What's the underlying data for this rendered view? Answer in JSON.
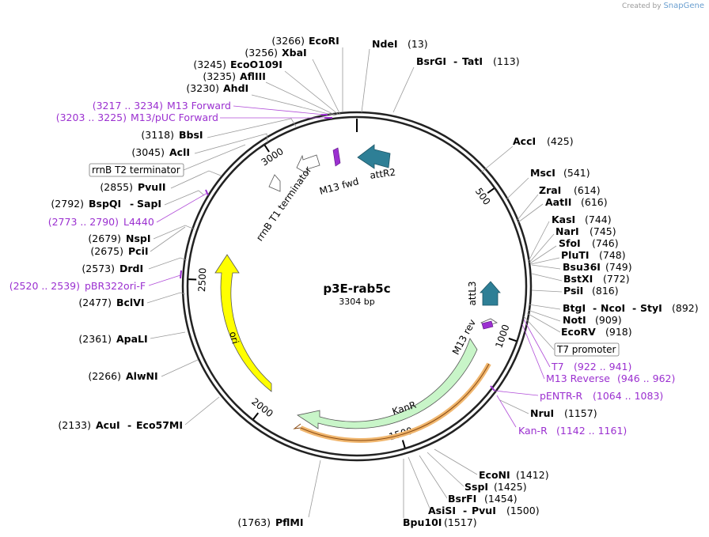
{
  "credit": {
    "prefix": "Created by",
    "brand": "SnapGene"
  },
  "plasmid": {
    "name": "p3E-rab5c",
    "size": "3304 bp",
    "length": 3304
  },
  "ticks": [
    {
      "pos": 500,
      "label": "500"
    },
    {
      "pos": 1000,
      "label": "1000"
    },
    {
      "pos": 1500,
      "label": "1500"
    },
    {
      "pos": 2000,
      "label": "2000"
    },
    {
      "pos": 2500,
      "label": "2500"
    },
    {
      "pos": 3000,
      "label": "3000"
    }
  ],
  "sites": [
    {
      "pos": "(3266)",
      "name": "EcoRI"
    },
    {
      "pos": "(3256)",
      "name": "XbaI"
    },
    {
      "pos": "(3245)",
      "name": "EcoO109I"
    },
    {
      "pos": "(3235)",
      "name": "AflIII"
    },
    {
      "pos": "(3230)",
      "name": "AhdI"
    },
    {
      "pos": "(3118)",
      "name": "BbsI"
    },
    {
      "pos": "(3045)",
      "name": "AclI"
    },
    {
      "pos": "(2855)",
      "name": "PvuII"
    },
    {
      "pos": "(2792)",
      "name": "BspQI",
      "name2": "SapI"
    },
    {
      "pos": "(2679)",
      "name": "NspI"
    },
    {
      "pos": "(2675)",
      "name": "PciI"
    },
    {
      "pos": "(2573)",
      "name": "DrdI"
    },
    {
      "pos": "(2477)",
      "name": "BclVI"
    },
    {
      "pos": "(2361)",
      "name": "ApaLI"
    },
    {
      "pos": "(2266)",
      "name": "AlwNI"
    },
    {
      "pos": "(2133)",
      "name": "AcuI",
      "name2": "Eco57MI"
    },
    {
      "pos": "(1763)",
      "name": "PflMI"
    },
    {
      "pos": "(1517)",
      "name": "Bpu10I"
    },
    {
      "pos": "(1500)",
      "name": "AsiSI",
      "name2": "PvuI"
    },
    {
      "pos": "(1454)",
      "name": "BsrFI"
    },
    {
      "pos": "(1425)",
      "name": "SspI"
    },
    {
      "pos": "(1412)",
      "name": "EcoNI"
    },
    {
      "pos": "(1157)",
      "name": "NruI"
    },
    {
      "pos": "(918)",
      "name": "EcoRV"
    },
    {
      "pos": "(909)",
      "name": "NotI"
    },
    {
      "pos": "(892)",
      "name": "BtgI",
      "name2": "NcoI",
      "name3": "StyI"
    },
    {
      "pos": "(816)",
      "name": "PsiI"
    },
    {
      "pos": "(772)",
      "name": "BstXI"
    },
    {
      "pos": "(749)",
      "name": "Bsu36I"
    },
    {
      "pos": "(748)",
      "name": "PluTI"
    },
    {
      "pos": "(746)",
      "name": "SfoI"
    },
    {
      "pos": "(745)",
      "name": "NarI"
    },
    {
      "pos": "(744)",
      "name": "KasI"
    },
    {
      "pos": "(616)",
      "name": "AatII"
    },
    {
      "pos": "(614)",
      "name": "ZraI"
    },
    {
      "pos": "(541)",
      "name": "MscI"
    },
    {
      "pos": "(425)",
      "name": "AccI"
    },
    {
      "pos": "(13)",
      "name": "NdeI"
    },
    {
      "pos": "(113)",
      "name": "BsrGI",
      "name2": "TatI"
    }
  ],
  "primers": [
    {
      "range": "(3217 .. 3234)",
      "name": "M13 Forward"
    },
    {
      "range": "(3203 .. 3225)",
      "name": "M13/pUC Forward"
    },
    {
      "range": "(2773 .. 2790)",
      "name": "L4440"
    },
    {
      "range": "(2520 .. 2539)",
      "name": "pBR322ori-F"
    },
    {
      "range": "(922 .. 941)",
      "name": "T7"
    },
    {
      "range": "(946 .. 962)",
      "name": "M13 Reverse"
    },
    {
      "range": "(1064 .. 1083)",
      "name": "pENTR-R"
    },
    {
      "range": "(1142 .. 1161)",
      "name": "Kan-R"
    }
  ],
  "boxed": [
    {
      "name": "rrnB T2 terminator"
    },
    {
      "name": "T7 promoter"
    }
  ],
  "features": [
    {
      "name": "attR2",
      "color": "#2e7f96"
    },
    {
      "name": "M13 fwd",
      "color": "#9b30d0"
    },
    {
      "name": "rrnB T1 terminator",
      "color": "#ffffff"
    },
    {
      "name": "attL3",
      "color": "#2e7f96"
    },
    {
      "name": "M13 rev",
      "color": "#9b30d0"
    },
    {
      "name": "KanR",
      "color": "#c8f5c8"
    },
    {
      "name": "ori",
      "color": "#ffff00"
    }
  ]
}
